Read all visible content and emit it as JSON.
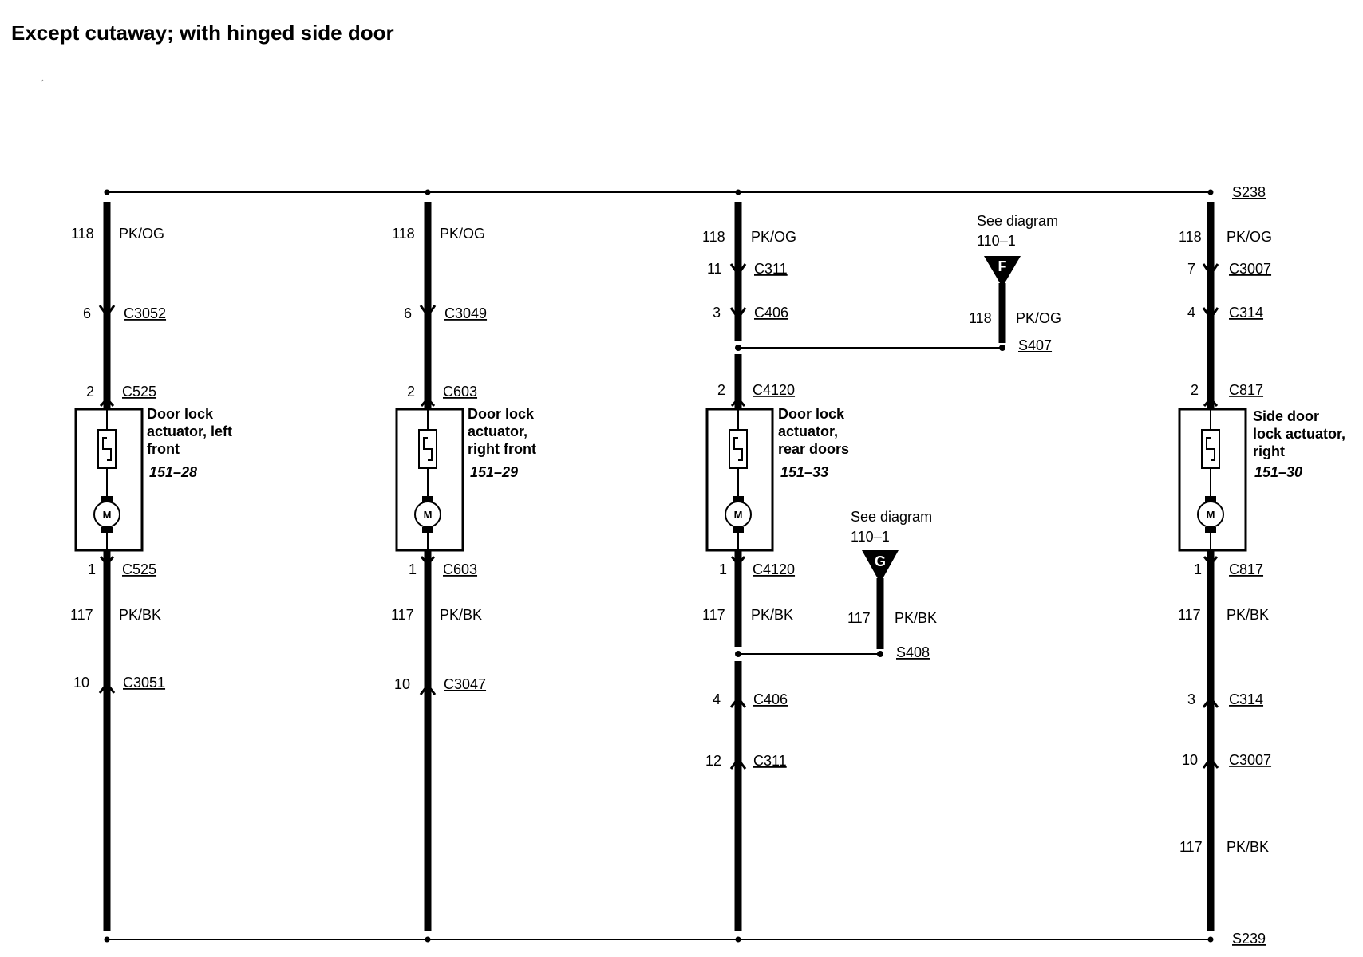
{
  "title": "Except cutaway; with hinged side door",
  "circuits": {
    "c118": {
      "number": "118",
      "color": "PK/OG"
    },
    "c117": {
      "number": "117",
      "color": "PK/BK"
    }
  },
  "splices": {
    "top": "S238",
    "bottom": "S239",
    "s407": "S407",
    "s408": "S408"
  },
  "references": {
    "f": {
      "text1": "See diagram",
      "text2": "110–1",
      "letter": "F"
    },
    "g": {
      "text1": "See diagram",
      "text2": "110–1",
      "letter": "G"
    }
  },
  "columns": [
    {
      "top_conn": {
        "pin": "6",
        "id": "C3052"
      },
      "comp_top": {
        "pin": "2",
        "id": "C525"
      },
      "comp_bot": {
        "pin": "1",
        "id": "C525"
      },
      "lower_conn": {
        "pin": "10",
        "id": "C3051"
      },
      "component": {
        "line1": "Door lock",
        "line2": "actuator, left",
        "line3": "front",
        "page": "151–28"
      },
      "motor": "M"
    },
    {
      "top_conn": {
        "pin": "6",
        "id": "C3049"
      },
      "comp_top": {
        "pin": "2",
        "id": "C603"
      },
      "comp_bot": {
        "pin": "1",
        "id": "C603"
      },
      "lower_conn": {
        "pin": "10",
        "id": "C3047"
      },
      "component": {
        "line1": "Door lock",
        "line2": "actuator,",
        "line3": "right front",
        "page": "151–29"
      },
      "motor": "M"
    },
    {
      "conn_a": {
        "pin": "11",
        "id": "C311"
      },
      "conn_b": {
        "pin": "3",
        "id": "C406"
      },
      "comp_top": {
        "pin": "2",
        "id": "C4120"
      },
      "comp_bot": {
        "pin": "1",
        "id": "C4120"
      },
      "conn_c": {
        "pin": "4",
        "id": "C406"
      },
      "conn_d": {
        "pin": "12",
        "id": "C311"
      },
      "component": {
        "line1": "Door lock",
        "line2": "actuator,",
        "line3": "rear doors",
        "page": "151–33"
      },
      "motor": "M"
    },
    {
      "conn_a": {
        "pin": "7",
        "id": "C3007"
      },
      "conn_b": {
        "pin": "4",
        "id": "C314"
      },
      "comp_top": {
        "pin": "2",
        "id": "C817"
      },
      "comp_bot": {
        "pin": "1",
        "id": "C817"
      },
      "conn_c": {
        "pin": "3",
        "id": "C314"
      },
      "conn_d": {
        "pin": "10",
        "id": "C3007"
      },
      "component": {
        "line1": "Side door",
        "line2": "lock actuator,",
        "line3": "right",
        "page": "151–30"
      },
      "motor": "M"
    }
  ]
}
